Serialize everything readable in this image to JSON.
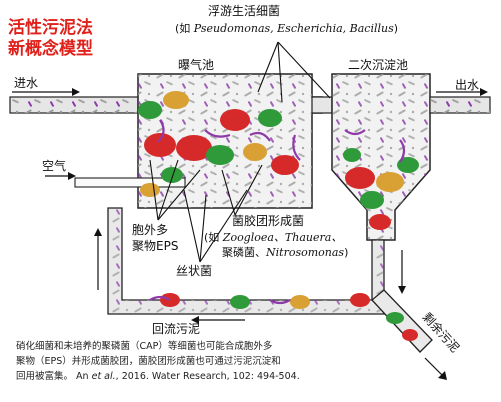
{
  "title": {
    "line1": "活性污泥法",
    "line2": "新概念模型"
  },
  "labels": {
    "floating_bacteria": "浮游生活细菌",
    "floating_examples_prefix": "(如 ",
    "floating_examples_species": "Pseudomonas, Escherichia, Bacillus",
    "floating_examples_suffix": ")",
    "aeration_tank": "曝气池",
    "secondary_clarifier": "二次沉淀池",
    "inlet": "进水",
    "outlet": "出水",
    "air": "空气",
    "eps_line1": "胞外多",
    "eps_line2": "聚物EPS",
    "floc_former": "菌胶团形成菌",
    "floc_examples_prefix": "(如 ",
    "floc_examples_line1": "Zoogloea、Thauera、",
    "floc_examples_cn": "聚磷菌、",
    "floc_examples_line2": "Nitrosomonas",
    "floc_examples_suffix": ")",
    "filamentous": "丝状菌",
    "return_sludge": "回流污泥",
    "excess_sludge": "剩余污泥"
  },
  "caption": {
    "line1": "硝化细菌和未培养的聚磷菌（CAP）等细菌也可能合成胞外多",
    "line2": "聚物（EPS）并形成菌胶团，菌胶团形成菌也可通过污泥沉淀和",
    "line3_text": "回用被富集。",
    "citation_author": "An",
    "citation_etal": " et al.",
    "citation_rest": ", 2016. Water Research, 102: 494-504."
  },
  "colors": {
    "title_red": "#e0201a",
    "pipe_gray": "#d9d9d9",
    "floc_red": "#d62a2a",
    "floc_green": "#2f9a3a",
    "floc_orange": "#d9a033",
    "filament_purple": "#8e3aa8",
    "rod_gray": "#8a8a8a"
  }
}
